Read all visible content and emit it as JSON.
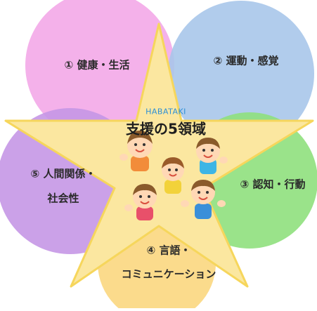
{
  "diagram": {
    "tag": "HABATAKI",
    "title": "支援の5領域",
    "domains": [
      {
        "label": "① 健康・生活",
        "color": "#f3a8e8"
      },
      {
        "label": "② 運動・感覚",
        "color": "#a9c6ea"
      },
      {
        "label": "③ 認知・行動",
        "color": "#8fe07d"
      },
      {
        "label": "④ 言語・",
        "label2": "コミュニケーション",
        "color": "#fbd77f"
      },
      {
        "label": "⑤ 人間関係・",
        "label2": "社会性",
        "color": "#c597e6"
      }
    ],
    "star_color": "#fbe7a0",
    "star_stroke": "#f6d65c"
  }
}
